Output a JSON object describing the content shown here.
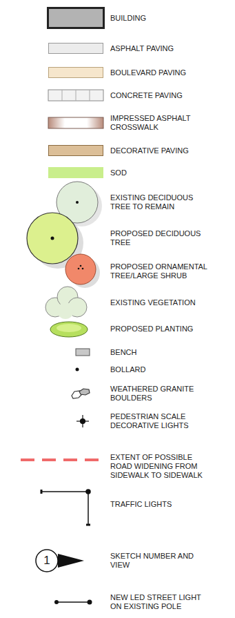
{
  "diagram": {
    "labels": [
      "1"
    ],
    "legend": [
      {
        "text": "BUILDING",
        "color": "#b3b3b3"
      },
      {
        "text": "ASPHALT PAVING",
        "color": "#ececec"
      },
      {
        "text": "BOULEVARD PAVING",
        "color": "#f6e6cc"
      },
      {
        "text": "CONCRETE PAVING"
      },
      {
        "text": "IMPRESSED ASPHALT CROSSWALK"
      },
      {
        "text": "DECORATIVE PAVING",
        "color": "#dcbf98"
      },
      {
        "text": "SOD",
        "color": "#c9ee8c"
      },
      {
        "text": "EXISTING DECIDUOUS TREE TO REMAIN"
      },
      {
        "text": "PROPOSED DECIDUOUS TREE"
      },
      {
        "text": "PROPOSED ORNAMENTAL TREE/LARGE SHRUB"
      },
      {
        "text": "EXISTING VEGETATION"
      },
      {
        "text": "PROPOSED PLANTING"
      },
      {
        "text": "BENCH"
      },
      {
        "text": "BOLLARD"
      },
      {
        "text": "WEATHERED GRANITE BOULDERS"
      },
      {
        "text": "PEDESTRIAN SCALE DECORATIVE LIGHTS"
      },
      {
        "text": "EXTENT OF POSSIBLE ROAD WIDENING FROM SIDEWALK TO SIDEWALK"
      },
      {
        "text": "TRAFFIC LIGHTS"
      },
      {
        "text": "SKETCH NUMBER AND VIEW"
      },
      {
        "text": "NEW LED STREET LIGHT ON EXISTING POLE"
      }
    ]
  }
}
